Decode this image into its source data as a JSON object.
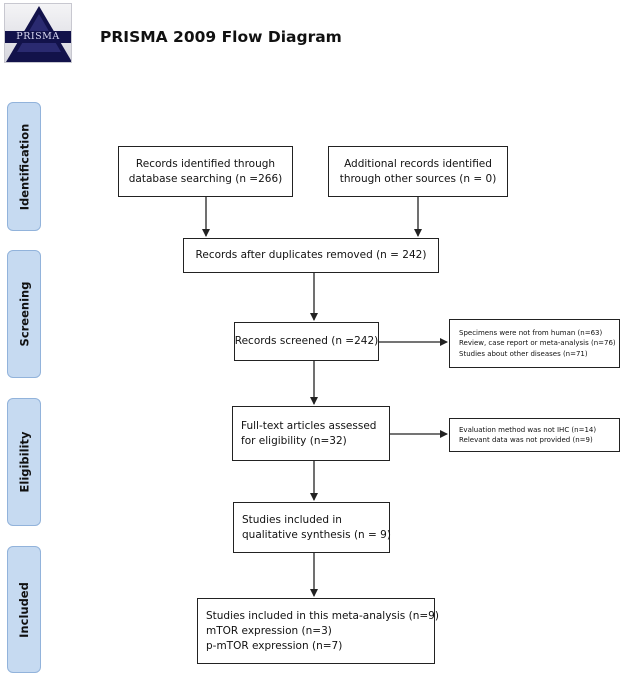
{
  "header": {
    "logo_text": "PRISMA",
    "title": "PRISMA 2009 Flow Diagram"
  },
  "phases": {
    "identification": "Identification",
    "screening": "Screening",
    "eligibility": "Eligibility",
    "included": "Included"
  },
  "boxes": {
    "database_records": {
      "lines": [
        "Records identified through",
        "database searching (n =266)"
      ]
    },
    "other_sources": {
      "lines": [
        "Additional records identified",
        "through other sources (n = 0)"
      ]
    },
    "after_duplicates": {
      "lines": [
        "Records after duplicates removed (n = 242)"
      ]
    },
    "screened": {
      "lines": [
        "Records screened (n =242)"
      ]
    },
    "screened_excluded": {
      "lines": [
        "Specimens were not from human (n=63)",
        "Review, case report or meta-analysis (n=76)",
        "Studies about other diseases (n=71)"
      ]
    },
    "fulltext": {
      "lines": [
        "Full-text articles assessed",
        "for eligibility (n=32)"
      ]
    },
    "fulltext_excluded": {
      "lines": [
        "Evaluation method was not IHC (n=14)",
        "Relevant data was not provided (n=9)"
      ]
    },
    "qualitative": {
      "lines": [
        "Studies included in",
        "qualitative synthesis (n = 9)"
      ]
    },
    "meta_analysis": {
      "lines": [
        "Studies included in this meta-analysis (n=9)",
        "mTOR expression (n=3)",
        "p-mTOR expression (n=7)"
      ]
    }
  },
  "colors": {
    "phase_fill": "#c6daf1",
    "phase_border": "#92b3db",
    "logo_dark": "#12124a",
    "line": "#222222"
  }
}
